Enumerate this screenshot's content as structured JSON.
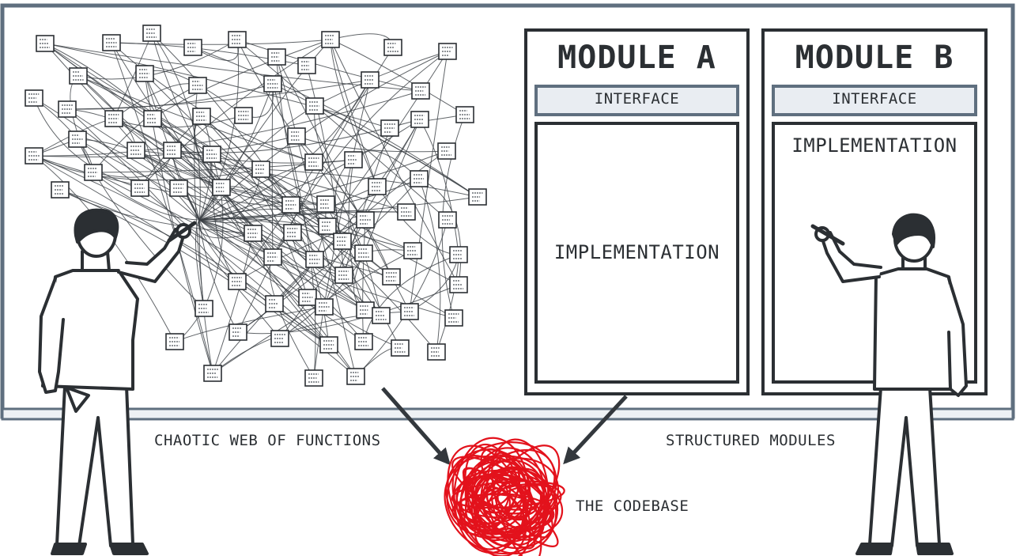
{
  "labels": {
    "chaotic": "CHAOTIC WEB OF FUNCTIONS",
    "structured": "STRUCTURED MODULES",
    "codebase": "THE CODEBASE"
  },
  "modules": [
    {
      "title": "MODULE A",
      "interface": "INTERFACE",
      "implementation": "IMPLEMENTATION"
    },
    {
      "title": "MODULE B",
      "interface": "INTERFACE",
      "implementation": "IMPLEMENTATION"
    }
  ],
  "colors": {
    "ink": "#2b2f33",
    "board_frame": "#5f6f7f",
    "interface_fill": "#e9edf2",
    "knot": "#e3121c"
  },
  "icons": {
    "function_node": "function-box-icon",
    "person": "person-icon",
    "marker": "marker-icon",
    "arrow": "arrow-icon",
    "knot": "tangled-knot-icon"
  }
}
